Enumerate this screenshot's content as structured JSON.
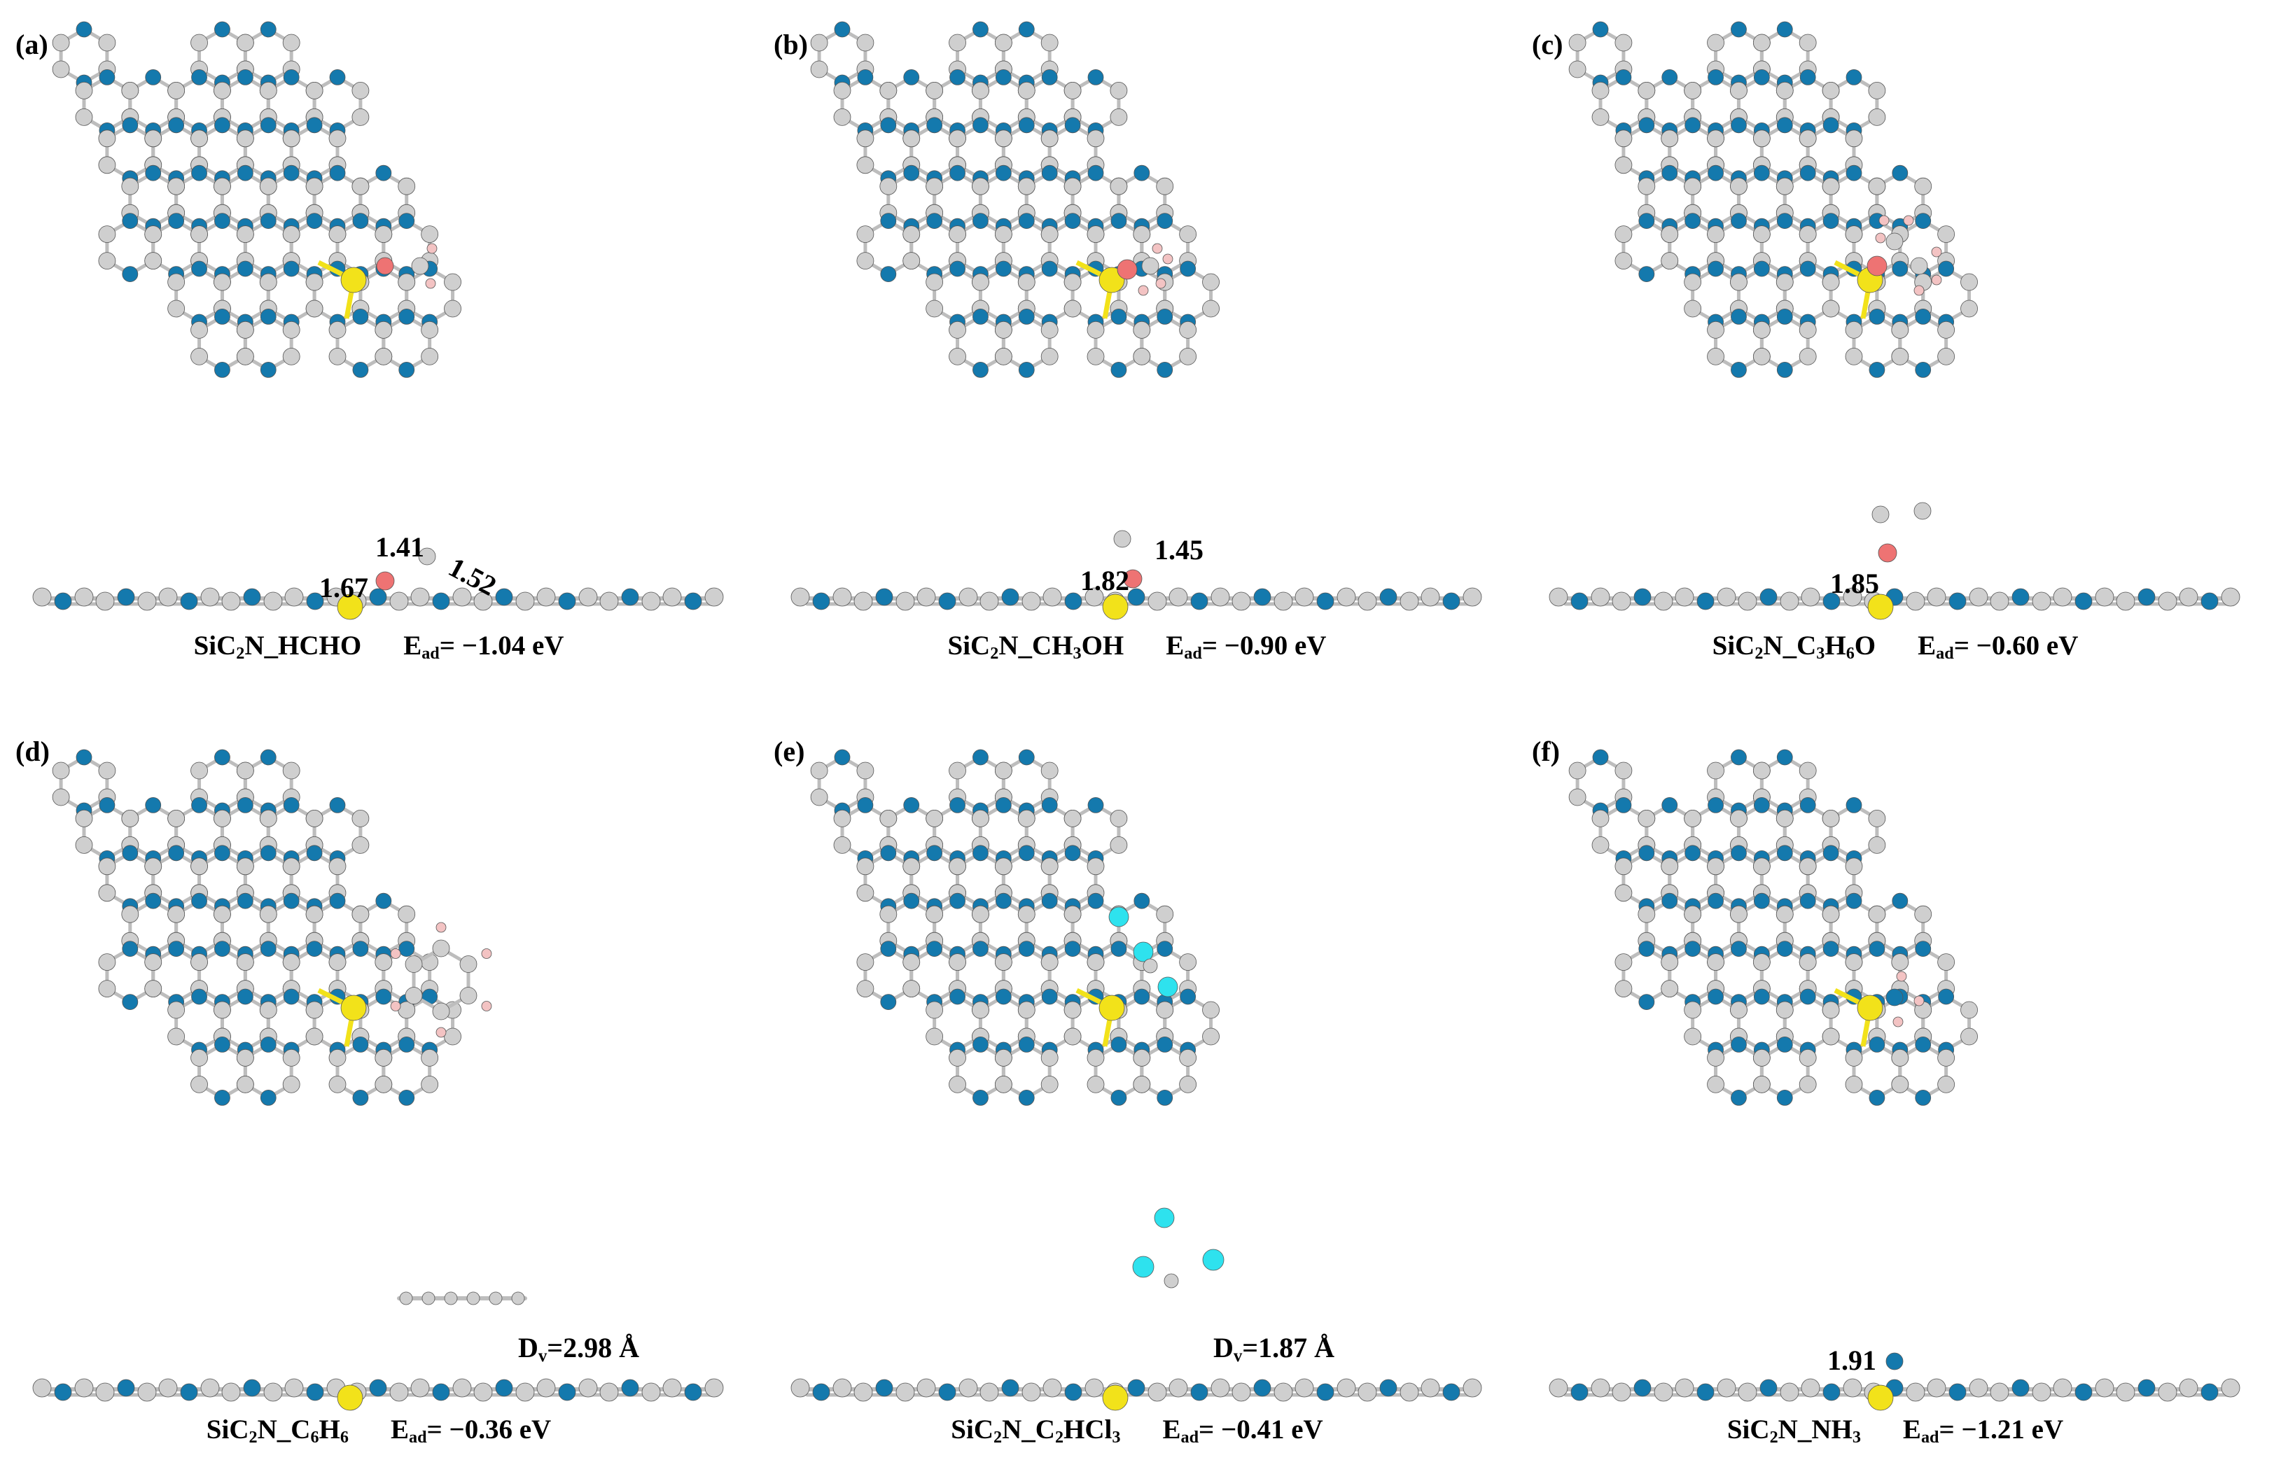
{
  "panels": [
    {
      "id": "a",
      "label": "(a)",
      "molecule": "HCHO",
      "caption": {
        "prefix": "SiC",
        "sub1": "2",
        "mid": "N_HCHO",
        "sub2": "",
        "tail": "",
        "energy": "= −1.04 eV"
      },
      "distances": [
        "1.41",
        "1.52",
        "1.67"
      ],
      "dv": null
    },
    {
      "id": "b",
      "label": "(b)",
      "molecule": "CH3OH",
      "caption": {
        "prefix": "SiC",
        "sub1": "2",
        "mid": "N_CH",
        "sub2": "3",
        "tail": "OH",
        "energy": "= −0.90 eV"
      },
      "distances": [
        "1.45",
        "1.82"
      ],
      "dv": null
    },
    {
      "id": "c",
      "label": "(c)",
      "molecule": "C3H6O",
      "caption": {
        "prefix": "SiC",
        "sub1": "2",
        "mid": "N_C",
        "sub2": "3",
        "tail": "H",
        "sub3": "6",
        "tail2": "O",
        "energy": "= −0.60 eV"
      },
      "distances": [
        "1.85"
      ],
      "dv": null
    },
    {
      "id": "d",
      "label": "(d)",
      "molecule": "C6H6",
      "caption": {
        "prefix": "SiC",
        "sub1": "2",
        "mid": "N_C",
        "sub2": "6",
        "tail": "H",
        "sub3": "6",
        "tail2": "",
        "energy": "= −0.36 eV"
      },
      "distances": [],
      "dv": {
        "prefix": "D",
        "sub": "v",
        "value": "=2.98 Å"
      }
    },
    {
      "id": "e",
      "label": "(e)",
      "molecule": "C2HCl3",
      "caption": {
        "prefix": "SiC",
        "sub1": "2",
        "mid": "N_C",
        "sub2": "2",
        "tail": "HCl",
        "sub3": "3",
        "tail2": "",
        "energy": "= −0.41 eV"
      },
      "distances": [],
      "dv": {
        "prefix": "D",
        "sub": "v",
        "value": "=1.87 Å"
      }
    },
    {
      "id": "f",
      "label": "(f)",
      "molecule": "NH3",
      "caption": {
        "prefix": "SiC",
        "sub1": "2",
        "mid": "N_NH",
        "sub2": "3",
        "tail": "",
        "sub3": "",
        "tail2": "",
        "energy": "= −1.21 eV"
      },
      "distances": [
        "1.91"
      ],
      "dv": null
    }
  ],
  "energy_label": {
    "prefix": "E",
    "sub": "ad"
  },
  "colors": {
    "carbon": "#cfcfcf",
    "nitrogen": "#1479ad",
    "silicon": "#f2e21a",
    "oxygen": "#ee7373",
    "hydrogen": "#f3c3c3",
    "chlorine": "#2ee2ee",
    "bond": "#bdbdbd"
  }
}
